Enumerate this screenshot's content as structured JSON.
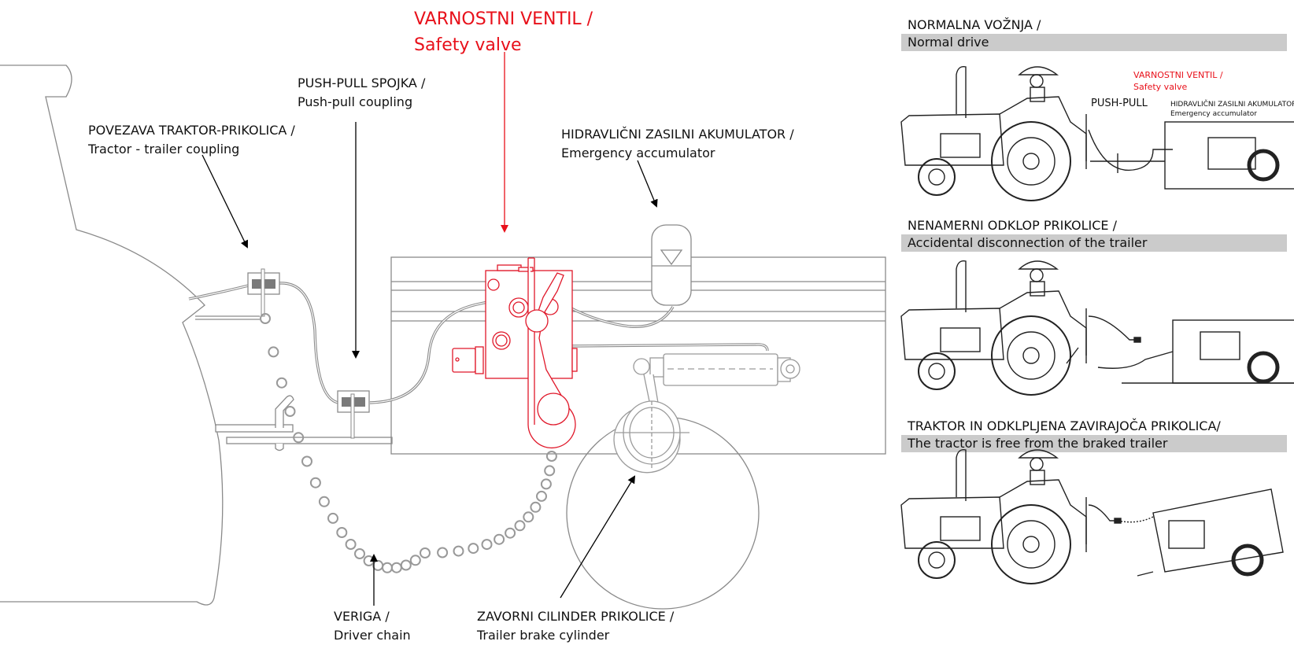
{
  "main_diagram": {
    "labels": {
      "safety_valve": {
        "line1": "VARNOSTNI VENTIL /",
        "line2": "Safety valve"
      },
      "push_pull": {
        "line1": "PUSH-PULL SPOJKA /",
        "line2": "Push-pull coupling"
      },
      "tractor_trailer": {
        "line1": "POVEZAVA TRAKTOR-PRIKOLICA /",
        "line2": "Tractor - trailer coupling"
      },
      "accumulator": {
        "line1": "HIDRAVLIČNI ZASILNI AKUMULATOR /",
        "line2": "Emergency accumulator"
      },
      "chain": {
        "line1": "VERIGA /",
        "line2": "Driver chain"
      },
      "brake_cylinder": {
        "line1": "ZAVORNI CILINDER PRIKOLICE /",
        "line2": "Trailer brake cylinder"
      }
    },
    "colors": {
      "highlight": "#e8101a",
      "line": "#8a8a8a",
      "arrow": "#000000"
    }
  },
  "panels": [
    {
      "title_line1": "NORMALNA VOŽNJA /",
      "title_line2": "Normal drive",
      "annotations": {
        "push_pull": "PUSH-PULL",
        "safety_valve_1": "VARNOSTNI VENTIL /",
        "safety_valve_2": "Safety valve",
        "accumulator_1": "HIDRAVLIČNI ZASILNI AKUMULATOR /",
        "accumulator_2": "Emergency accumulator"
      }
    },
    {
      "title_line1": "NENAMERNI ODKLOP PRIKOLICE /",
      "title_line2": "Accidental disconnection of the trailer"
    },
    {
      "title_line1": "TRAKTOR IN ODKLPLJENA ZAVIRAJOČA PRIKOLICA/",
      "title_line2": "The tractor is free from the braked trailer"
    }
  ]
}
